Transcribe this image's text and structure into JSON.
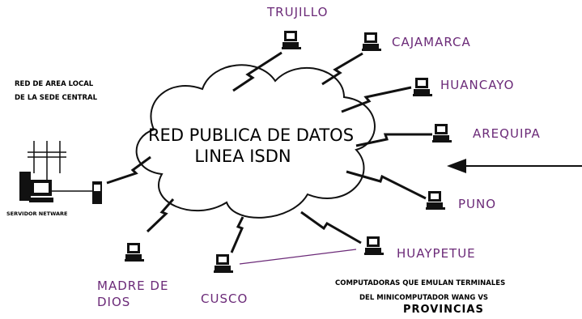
{
  "cloud": {
    "line1": "RED PUBLICA DE DATOS",
    "line2": "LINEA ISDN"
  },
  "lan": {
    "line1": "RED DE AREA LOCAL",
    "line2": "DE LA SEDE CENTRAL",
    "server_label": "SERVIDOR NETWARE"
  },
  "cities": {
    "trujillo": "TRUJILLO",
    "cajamarca": "CAJAMARCA",
    "huancayo": "HUANCAYO",
    "arequipa": "AREQUIPA",
    "puno": "PUNO",
    "huaypetue": "HUAYPETUE",
    "cusco": "CUSCO",
    "madre_line1": "MADRE DE",
    "madre_line2": "DIOS"
  },
  "note": {
    "line1": "COMPUTADORAS QUE EMULAN TERMINALES",
    "line2": "DEL MINICOMPUTADOR WANG VS",
    "line3": "PROVINCIAS"
  }
}
